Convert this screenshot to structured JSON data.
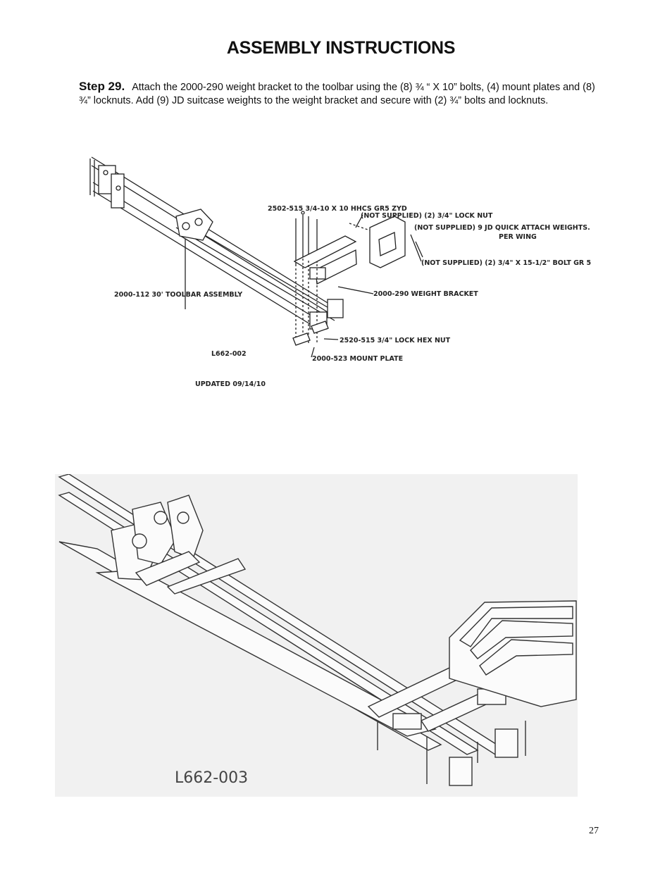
{
  "title": "ASSEMBLY INSTRUCTIONS",
  "step": {
    "label": "Step 29.",
    "text": "Attach the 2000-290 weight bracket to the toolbar using the (8) ¾ “ X 10” bolts, (4) mount plates and (8) ¾” locknuts.  Add (9) JD suitcase weights to the weight bracket and secure with (2) ¾” bolts and locknuts."
  },
  "figure1": {
    "callouts": {
      "bolt": "2502-515  3/4-10 X 10 HHCS GR5 ZYD",
      "lock_nut": "(NOT SUPPLIED) (2) 3/4\" LOCK NUT",
      "weights": "(NOT SUPPLIED) 9 JD QUICK ATTACH WEIGHTS.",
      "per_wing": "PER WING",
      "bolt_gr5": "(NOT SUPPLIED)  (2) 3/4\" X 15-1/2\" BOLT GR 5",
      "toolbar": "2000-112  30' TOOLBAR ASSEMBLY",
      "bracket": "2000-290  WEIGHT BRACKET",
      "hex_nut": "2520-515  3/4\" LOCK HEX NUT",
      "drawing_id": "L662-002",
      "mount_plate": "2000-523  MOUNT PLATE",
      "updated": "UPDATED 09/14/10"
    }
  },
  "figure2": {
    "drawing_id": "L662-003"
  },
  "page_number": "27"
}
